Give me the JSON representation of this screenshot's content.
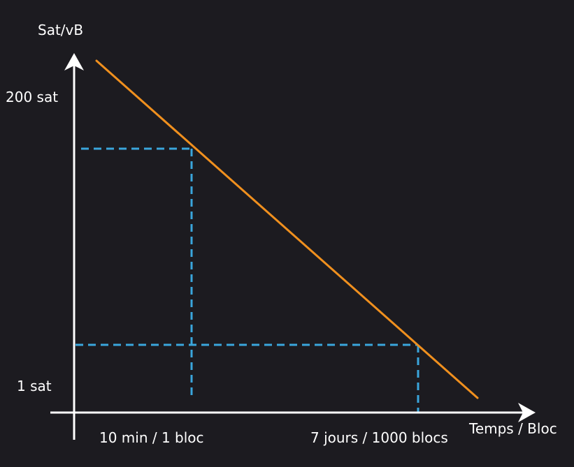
{
  "labels": {
    "y_axis": "Sat/vB",
    "x_axis": "Temps / Bloc",
    "y_high": "200 sat",
    "y_low": "1 sat",
    "x_near": "10 min / 1 bloc",
    "x_far": "7 jours / 1000 blocs"
  },
  "colors": {
    "background": "#1c1b20",
    "axes": "#ffffff",
    "fee_line": "#f0901e",
    "guides": "#3aa6dc",
    "text": "#ffffff"
  }
}
